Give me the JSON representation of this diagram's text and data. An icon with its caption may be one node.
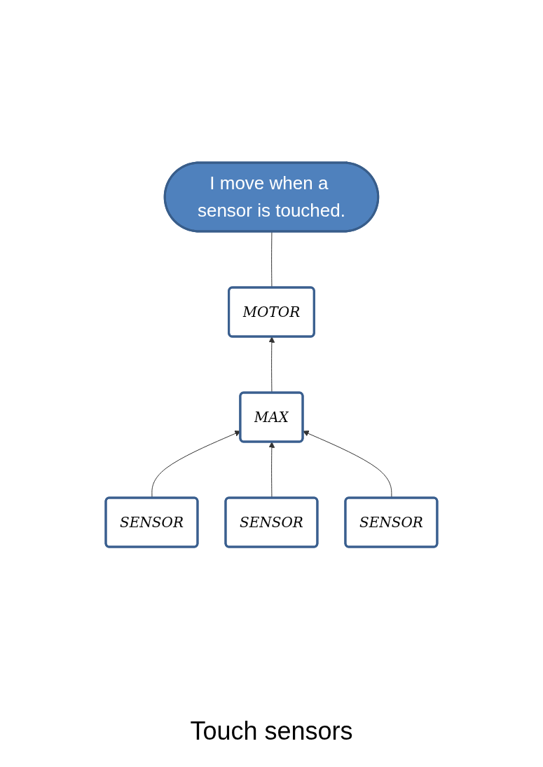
{
  "diagram": {
    "nodes": [
      {
        "text": [
          "I move when a sensor is touched."
        ]
      },
      {
        "text": [
          "MOTOR"
        ]
      },
      {
        "text": [
          "MAX"
        ]
      },
      {
        "text": [
          "SENSOR"
        ]
      },
      {
        "text": [
          "SENSOR"
        ]
      },
      {
        "text": [
          "SENSOR"
        ]
      }
    ],
    "edges": [
      {
        "from": 1,
        "to": 0,
        "arrow": "none"
      },
      {
        "from": 2,
        "to": 1,
        "arrow": "to"
      },
      {
        "from": 3,
        "to": 2,
        "arrow": "to"
      },
      {
        "from": 4,
        "to": 2,
        "arrow": "to"
      },
      {
        "from": 5,
        "to": 2,
        "arrow": "to"
      }
    ],
    "labels": [
      "Touch sensors"
    ]
  }
}
